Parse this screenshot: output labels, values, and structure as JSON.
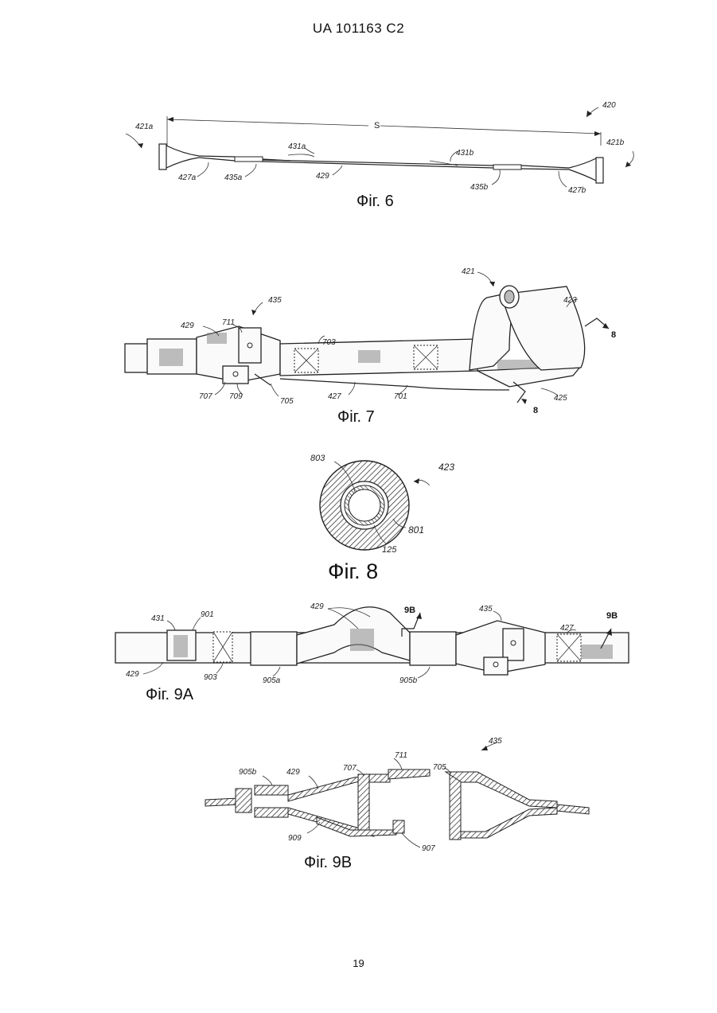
{
  "header": {
    "patent_number": "UA   101163   C2"
  },
  "page_number": "19",
  "figures": {
    "fig6": {
      "caption": "Фіг.  6",
      "labels": {
        "assembly": "420",
        "span": "S",
        "handle_left": "421a",
        "handle_right": "421b",
        "loop_left": "427a",
        "buckle_left": "435a",
        "end_left": "431a",
        "strap": "429",
        "end_right": "431b",
        "buckle_right": "435b",
        "loop_right": "427b"
      }
    },
    "fig7": {
      "caption": "Фіг.  7",
      "labels": {
        "buckle": "435",
        "handle": "421",
        "grip": "423",
        "section": "8",
        "strap": "429",
        "plate": "711",
        "stitch": "703",
        "slot_a": "707",
        "slot_b": "709",
        "slot_c": "705",
        "loop": "427",
        "webbing": "701",
        "loop_end": "425"
      }
    },
    "fig8": {
      "caption": "Фіг. 8",
      "labels": {
        "inner": "803",
        "grip": "423",
        "outer": "801",
        "core": "125"
      }
    },
    "fig9a": {
      "caption": "Фіг. 9А",
      "labels": {
        "end": "431",
        "fold": "901",
        "strap": "429",
        "section": "9B",
        "buckle": "435",
        "loop": "427",
        "strap_end": "429",
        "stitch": "903",
        "sleeve_a": "905a",
        "sleeve_b": "905b"
      }
    },
    "fig9b": {
      "caption": "Фіг. 9В",
      "labels": {
        "buckle": "435",
        "plate": "711",
        "slot_a": "707",
        "slot_c": "705",
        "sleeve_b": "905b",
        "strap": "429",
        "return": "909",
        "pin": "907"
      }
    }
  }
}
